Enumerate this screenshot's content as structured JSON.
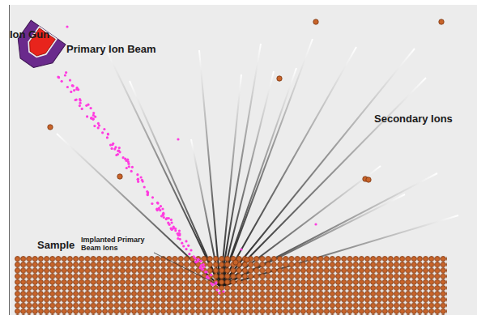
{
  "diagram": {
    "labels": [
      "Ion Gun",
      "Primary Ion Beam",
      "Secondary Ions",
      "Implanted Primary Beam Ions",
      "Sample"
    ]
  }
}
